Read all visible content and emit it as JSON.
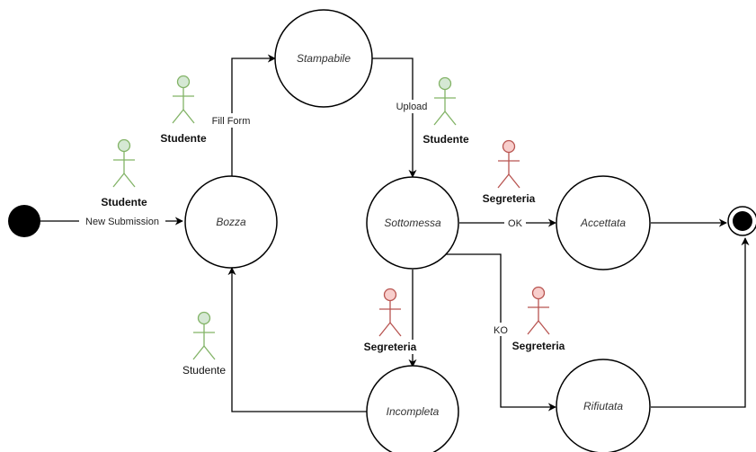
{
  "states": {
    "bozza": "Bozza",
    "stampabile": "Stampabile",
    "sottomessa": "Sottomessa",
    "accettata": "Accettata",
    "incompleta": "Incompleta",
    "rifiutata": "Rifiutata"
  },
  "transitions": {
    "new_submission": "New Submission",
    "fill_form": "Fill Form",
    "upload": "Upload",
    "ok": "OK",
    "ko": "KO"
  },
  "actors": {
    "studente_new_submission": "Studente",
    "studente_fill_form": "Studente",
    "studente_upload": "Studente",
    "studente_incompleta": "Studente",
    "segreteria_ok": "Segreteria",
    "segreteria_incompleta": "Segreteria",
    "segreteria_ko": "Segreteria"
  },
  "colors": {
    "studente_fill": "#d5e8d4",
    "studente_stroke": "#82b366",
    "segreteria_fill": "#f8cecc",
    "segreteria_stroke": "#b85450",
    "line": "#000000"
  }
}
